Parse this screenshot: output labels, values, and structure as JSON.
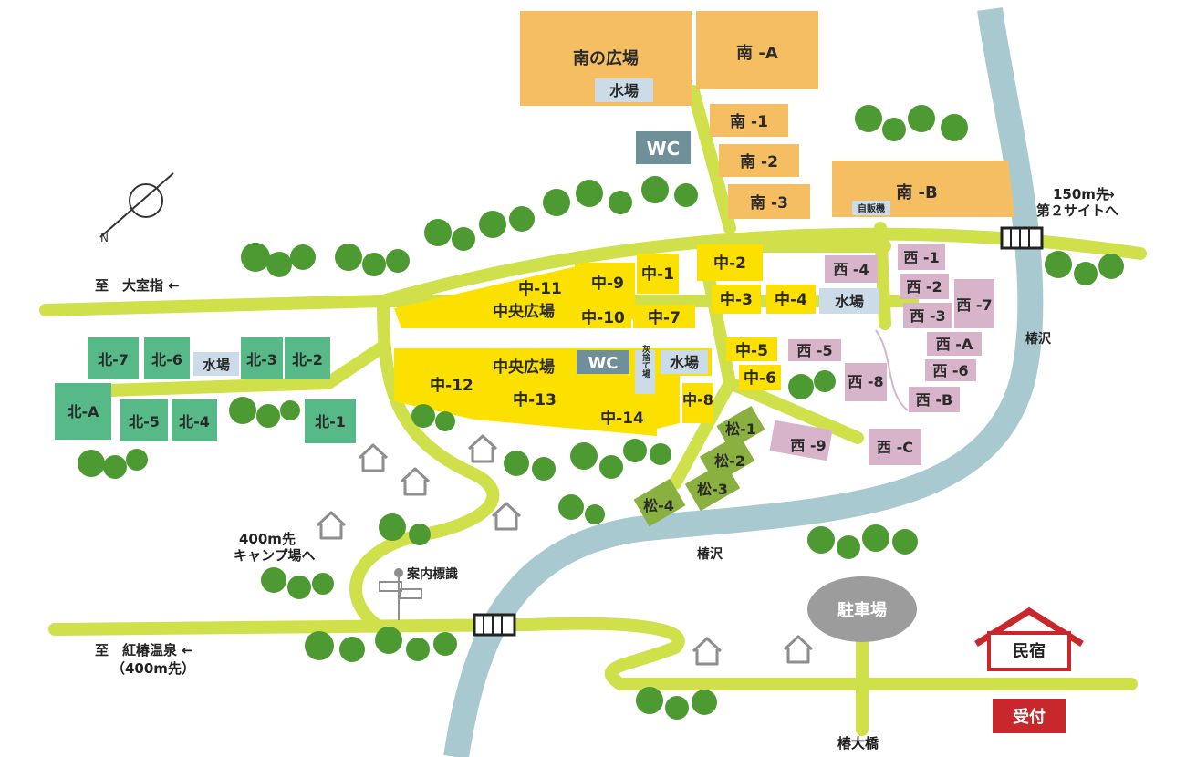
{
  "colors": {
    "river": "#a8c9cf",
    "road": "#cfe04a",
    "south": "#f5be63",
    "central": "#fce100",
    "west": "#d7b4c9",
    "north": "#57b988",
    "pine": "#8ab03f",
    "wc": "#6f8f99",
    "water": "#cbdbe8",
    "tree": "#4e9a32",
    "house": "#8e8e8e",
    "parking": "#9c9c9c",
    "minshuku": "#c8282b"
  },
  "south": {
    "plaza": "南の広場",
    "water": "水場",
    "a": "南 -A",
    "s1": "南 -1",
    "s2": "南 -2",
    "s3": "南 -3",
    "b": "南 -B",
    "vending": "自販機"
  },
  "central": {
    "c1": "中-1",
    "c2": "中-2",
    "c3": "中-3",
    "c4": "中-4",
    "c5": "中-5",
    "c6": "中-6",
    "c7": "中-7",
    "c8": "中-8",
    "c9": "中-9",
    "c10": "中-10",
    "c11": "中-11",
    "c12": "中-12",
    "c13": "中-13",
    "c14": "中-14",
    "plaza_upper": "中央広場",
    "plaza_lower": "中央広場",
    "water_east": "水場",
    "water_plaza": "水場",
    "wc": "WC",
    "ash": "灰捨て場"
  },
  "west": {
    "w1": "西 -1",
    "w2": "西 -2",
    "w3": "西 -3",
    "w4": "西 -4",
    "w5": "西 -5",
    "w6": "西 -6",
    "w7": "西 -7",
    "w8": "西 -8",
    "w9": "西 -9",
    "a": "西 -A",
    "b": "西 -B",
    "c": "西 -C"
  },
  "north": {
    "n1": "北-1",
    "n2": "北-2",
    "n3": "北-3",
    "n4": "北-4",
    "n5": "北-5",
    "n6": "北-6",
    "n7": "北-7",
    "a": "北-A",
    "water": "水場"
  },
  "pine": {
    "p1": "松-1",
    "p2": "松-2",
    "p3": "松-3",
    "p4": "松-4"
  },
  "facilities": {
    "wc_south": "WC",
    "parking": "駐車場",
    "minshuku": "民宿",
    "reception": "受付",
    "signpost": "案内標識"
  },
  "directions": {
    "omuro": "至　大室指 ←",
    "hotspring_1": "至　紅椿温泉 ←",
    "hotspring_2": "（400m先）",
    "second_site_1": "150m先",
    "second_site_2": "第２サイトへ",
    "camp_1": "400m先",
    "camp_2": "キャンプ場へ"
  },
  "places": {
    "tsubakisawa_1": "椿沢",
    "tsubakisawa_2": "椿沢",
    "bridge": "椿大橋"
  }
}
